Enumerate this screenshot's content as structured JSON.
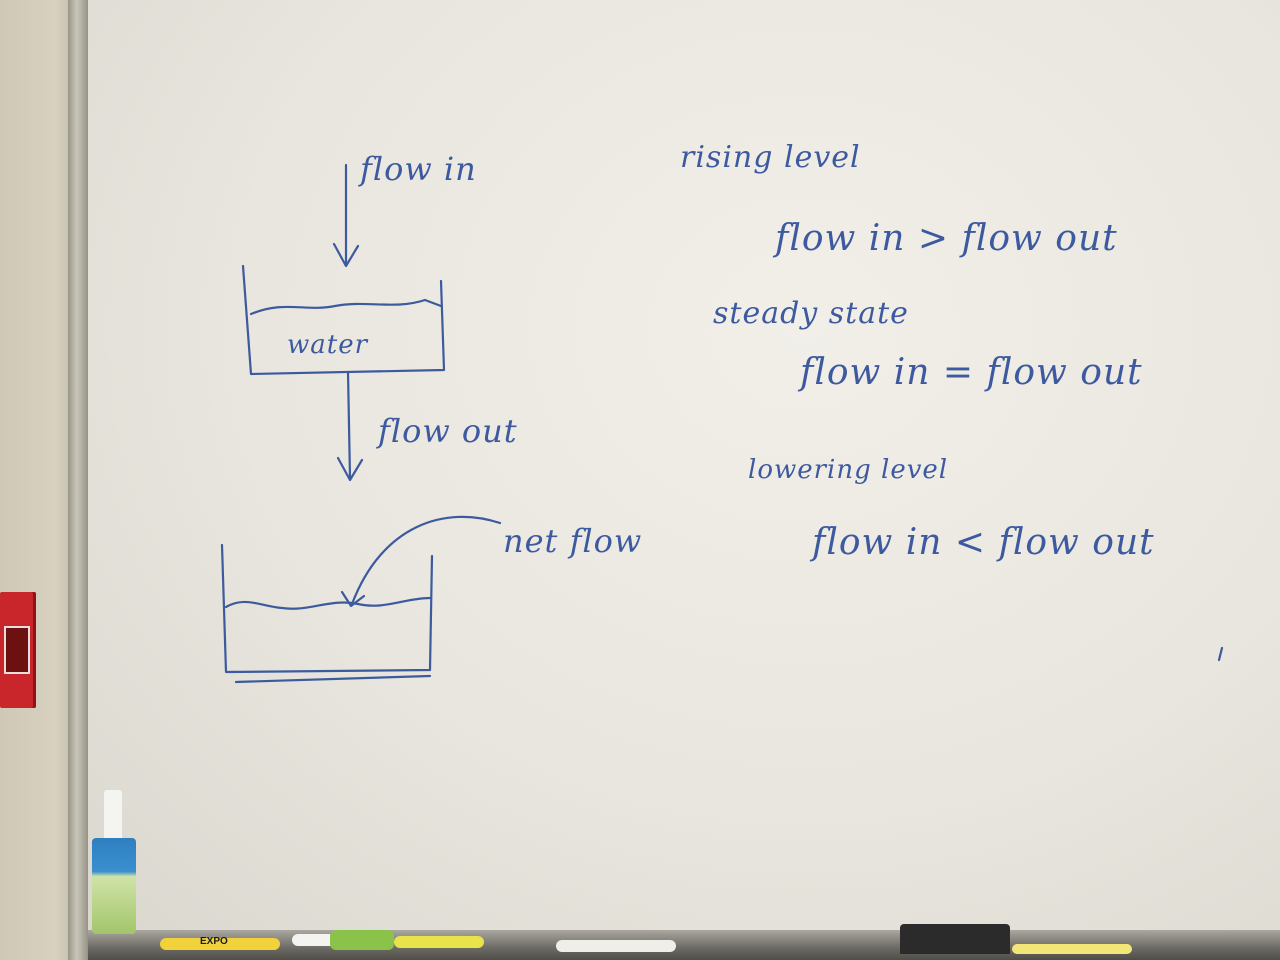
{
  "whiteboard": {
    "diagram": {
      "flow_in_label": "flow in",
      "tank_label": "water",
      "flow_out_label": "flow out",
      "net_flow_label": "net flow"
    },
    "notes": [
      {
        "heading": "rising level",
        "relation": "flow in > flow out"
      },
      {
        "heading": "steady state",
        "relation": "flow in = flow out"
      },
      {
        "heading": "lowering level",
        "relation": "flow in < flow out"
      }
    ]
  },
  "tray_items": {
    "marker_brand": "EXPO"
  },
  "colors": {
    "ink": "#3c5a9e",
    "board": "#ecebe4",
    "frame": "#a7a498",
    "alarm": "#c8262a"
  },
  "icons": [
    "fire-alarm-icon",
    "spray-bottle-icon",
    "marker-icon",
    "eraser-icon"
  ]
}
